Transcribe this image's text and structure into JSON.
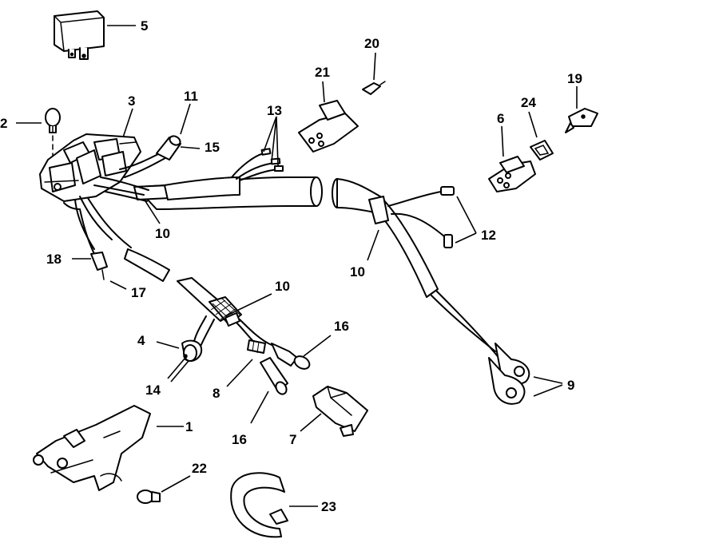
{
  "callouts": {
    "c1": "1",
    "c2": "2",
    "c3": "3",
    "c4": "4",
    "c5": "5",
    "c6": "6",
    "c7": "7",
    "c8": "8",
    "c9": "9",
    "c10a": "10",
    "c10b": "10",
    "c10c": "10",
    "c11": "11",
    "c12": "12",
    "c13": "13",
    "c14": "14",
    "c15": "15",
    "c16a": "16",
    "c16b": "16",
    "c17": "17",
    "c18": "18",
    "c19": "19",
    "c20": "20",
    "c21": "21",
    "c22": "22",
    "c23": "23",
    "c24": "24"
  }
}
